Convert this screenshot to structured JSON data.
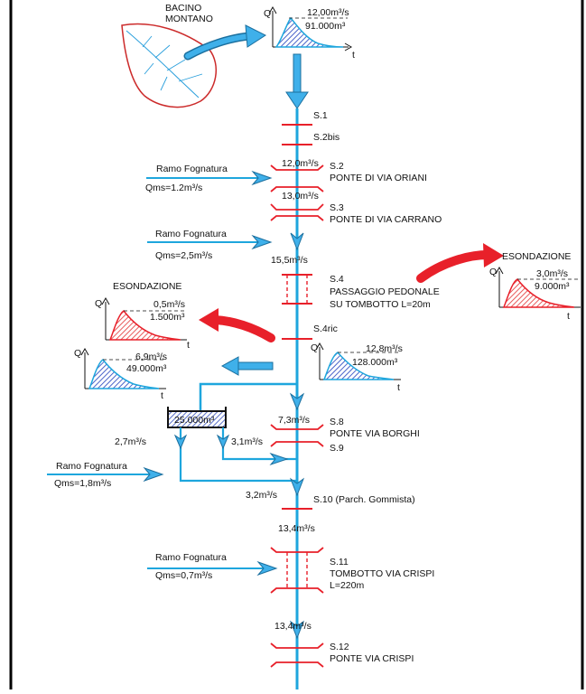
{
  "colors": {
    "river": "#1ea6dd",
    "section": "#e8202a",
    "outflow_arrow": "#e8202a",
    "inflow_arrow": "#2d7fe0",
    "hydro_fill_blue": "#4a63c9",
    "hydro_fill_red": "#e85a5a",
    "basin_outline": "#cc2b2b",
    "basin_streams": "#2a9fdc",
    "frame": "#000000"
  },
  "basin": {
    "label_line1": "BACINO",
    "label_line2": "MONTANO",
    "icon": "leaf-basin-icon"
  },
  "hydrographs": [
    {
      "id": "montano",
      "axis_q": "Q",
      "axis_t": "t",
      "peak": "12,00m³/s",
      "volume": "91.000m³",
      "color": "blue"
    },
    {
      "id": "esondazione-right",
      "title": "ESONDAZIONE",
      "axis_q": "Q",
      "axis_t": "t",
      "peak": "3,0m³/s",
      "volume": "9.000m³",
      "color": "red"
    },
    {
      "id": "esondazione-left",
      "title": "ESONDAZIONE",
      "axis_q": "Q",
      "axis_t": "t",
      "peak": "0,5m³/s",
      "volume": "1.500m³",
      "color": "red"
    },
    {
      "id": "s4ric",
      "axis_q": "Q",
      "axis_t": "t",
      "peak": "12,8m³/s",
      "volume": "128.000m³",
      "color": "blue"
    },
    {
      "id": "deviation",
      "axis_q": "Q",
      "axis_t": "t",
      "peak": "6,9m³/s",
      "volume": "49.000m³",
      "color": "blue"
    }
  ],
  "sections": [
    {
      "id": "s1",
      "label": "S.1"
    },
    {
      "id": "s2bis",
      "label": "S.2bis"
    },
    {
      "id": "s2",
      "label": "S.2",
      "desc": "PONTE DI VIA ORIANI"
    },
    {
      "id": "s3",
      "label": "S.3",
      "desc": "PONTE DI VIA CARRANO"
    },
    {
      "id": "s4",
      "label": "S.4",
      "desc1": "PASSAGGIO PEDONALE",
      "desc2": "SU TOMBOTTO L=20m"
    },
    {
      "id": "s4ric",
      "label": "S.4ric"
    },
    {
      "id": "s8",
      "label": "S.8",
      "desc": "PONTE VIA BORGHI"
    },
    {
      "id": "s9",
      "label": "S.9"
    },
    {
      "id": "s10",
      "label": "S.10 (Parch. Gommista)"
    },
    {
      "id": "s11",
      "label": "S.11",
      "desc1": "TOMBOTTO VIA CRISPI",
      "desc2": "L=220m"
    },
    {
      "id": "s12",
      "label": "S.12",
      "desc": "PONTE VIA CRISPI"
    }
  ],
  "flows": {
    "f1": "12,0m³/s",
    "f2": "13,0m³/s",
    "f3": "15,5m³/s",
    "f4": "7,3m³/s",
    "f5": "2,7m³/s",
    "f6": "3,1m³/s",
    "f7": "3,2m³/s",
    "f8": "13,4m³/s",
    "f9": "13,4m³/s"
  },
  "inflows": [
    {
      "name": "Ramo Fognatura",
      "qms": "Qms=1.2m³/s"
    },
    {
      "name": "Ramo Fognatura",
      "qms": "Qms=2,5m³/s"
    },
    {
      "name": "Ramo Fognatura",
      "qms": "Qms=1,8m³/s"
    },
    {
      "name": "Ramo Fognatura",
      "qms": "Qms=0,7m³/s"
    }
  ],
  "reservoir": {
    "volume": "25.000m³"
  }
}
